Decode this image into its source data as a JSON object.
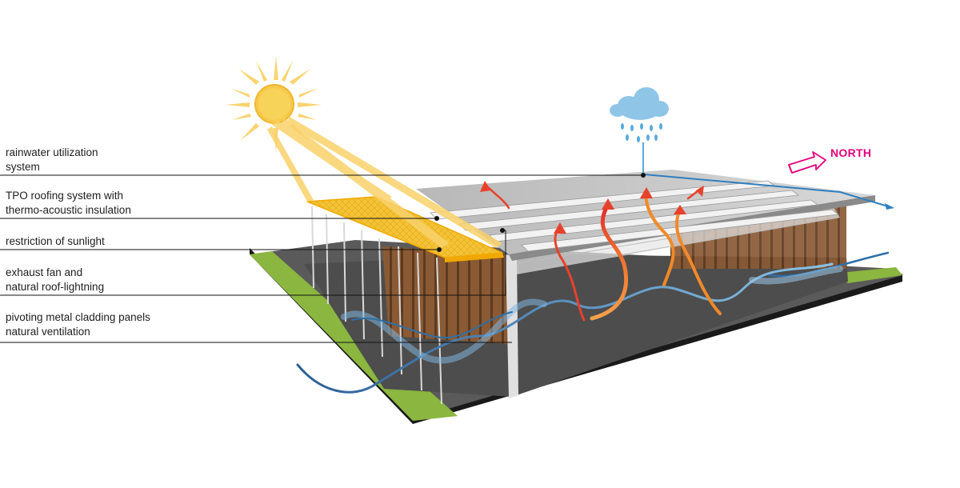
{
  "callouts": [
    {
      "id": "rainwater",
      "lines": [
        "rainwater utilization",
        "system"
      ]
    },
    {
      "id": "tpo",
      "lines": [
        "TPO roofing system with",
        "thermo-acoustic insulation"
      ]
    },
    {
      "id": "sunlight",
      "lines": [
        "restriction of sunlight"
      ]
    },
    {
      "id": "exhaust",
      "lines": [
        "exhaust fan and",
        "natural roof-lightning"
      ]
    },
    {
      "id": "pivoting",
      "lines": [
        "pivoting metal cladding panels",
        "natural ventilation"
      ]
    }
  ],
  "compass": {
    "label": "NORTH",
    "color": "#e5007e"
  },
  "colors": {
    "sun": "#f6c94a",
    "sun_rays": "#f9d26a",
    "cloud": "#8fc6e8",
    "rain": "#5aa9dc",
    "cool_air": "#2f6fa6",
    "warm_air": "#e8412b",
    "orange_air": "#f08a2a",
    "wood_panels": "#8a5a35",
    "grass": "#8bb63f",
    "floor": "#4d4d4d",
    "roof": "#c9c9c9",
    "shade_strip": "#f0c330"
  }
}
